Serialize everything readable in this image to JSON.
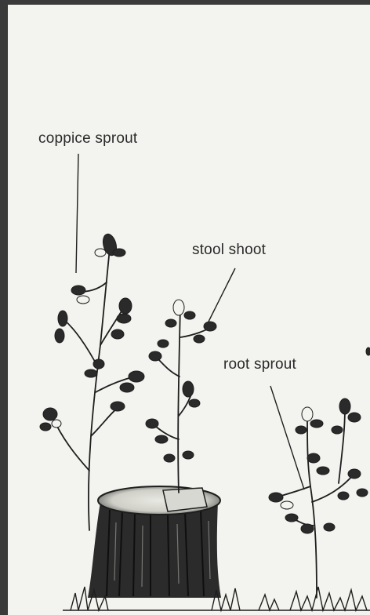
{
  "figure": {
    "labels": {
      "coppice_sprout": "coppice sprout",
      "stool_shoot": "stool shoot",
      "root_sprout": "root sprout"
    },
    "colors": {
      "frame": "#3a3a3a",
      "paper": "#f3f3ef",
      "ink": "#1e1e1e"
    }
  }
}
